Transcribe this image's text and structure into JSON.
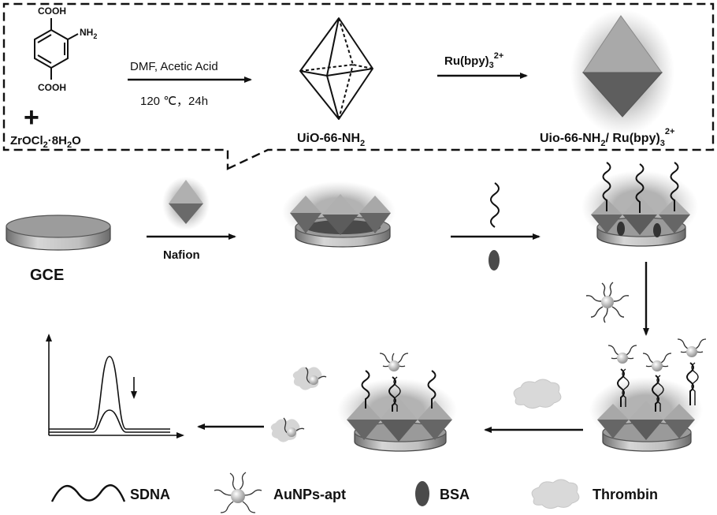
{
  "synthesis": {
    "cooh_top": "COOH",
    "nh2": "NH",
    "nh2_sub": "2",
    "cooh_bottom": "COOH",
    "plus": "+",
    "zr_a": "ZrOCl",
    "zr_b": "2",
    "zr_c": "·8H",
    "zr_d": "2",
    "zr_e": "O",
    "cond1": "DMF, Acetic Acid",
    "cond2": "120 ℃，24h",
    "uio_a": "UiO-66-NH",
    "uio_b": "2",
    "ru_a": "Ru(bpy)",
    "ru_b": "3",
    "ru_c": "2+",
    "comp_a": "Uio-66-NH",
    "comp_b": "2",
    "comp_c": "/ Ru(bpy)",
    "comp_d": "3",
    "comp_e": "2+"
  },
  "steps": {
    "gce": "GCE",
    "nafion": "Nafion"
  },
  "legend": {
    "sdna": "SDNA",
    "aunps": "AuNPs-apt",
    "bsa": "BSA",
    "thrombin": "Thrombin"
  },
  "colors": {
    "stroke": "#111111",
    "electrode_top": "#9a9a9a",
    "octa_light": "#b4b4b4",
    "octa_dark": "#626262",
    "bsa": "#4a4a4a",
    "thrombin": "#d8d8d8"
  }
}
